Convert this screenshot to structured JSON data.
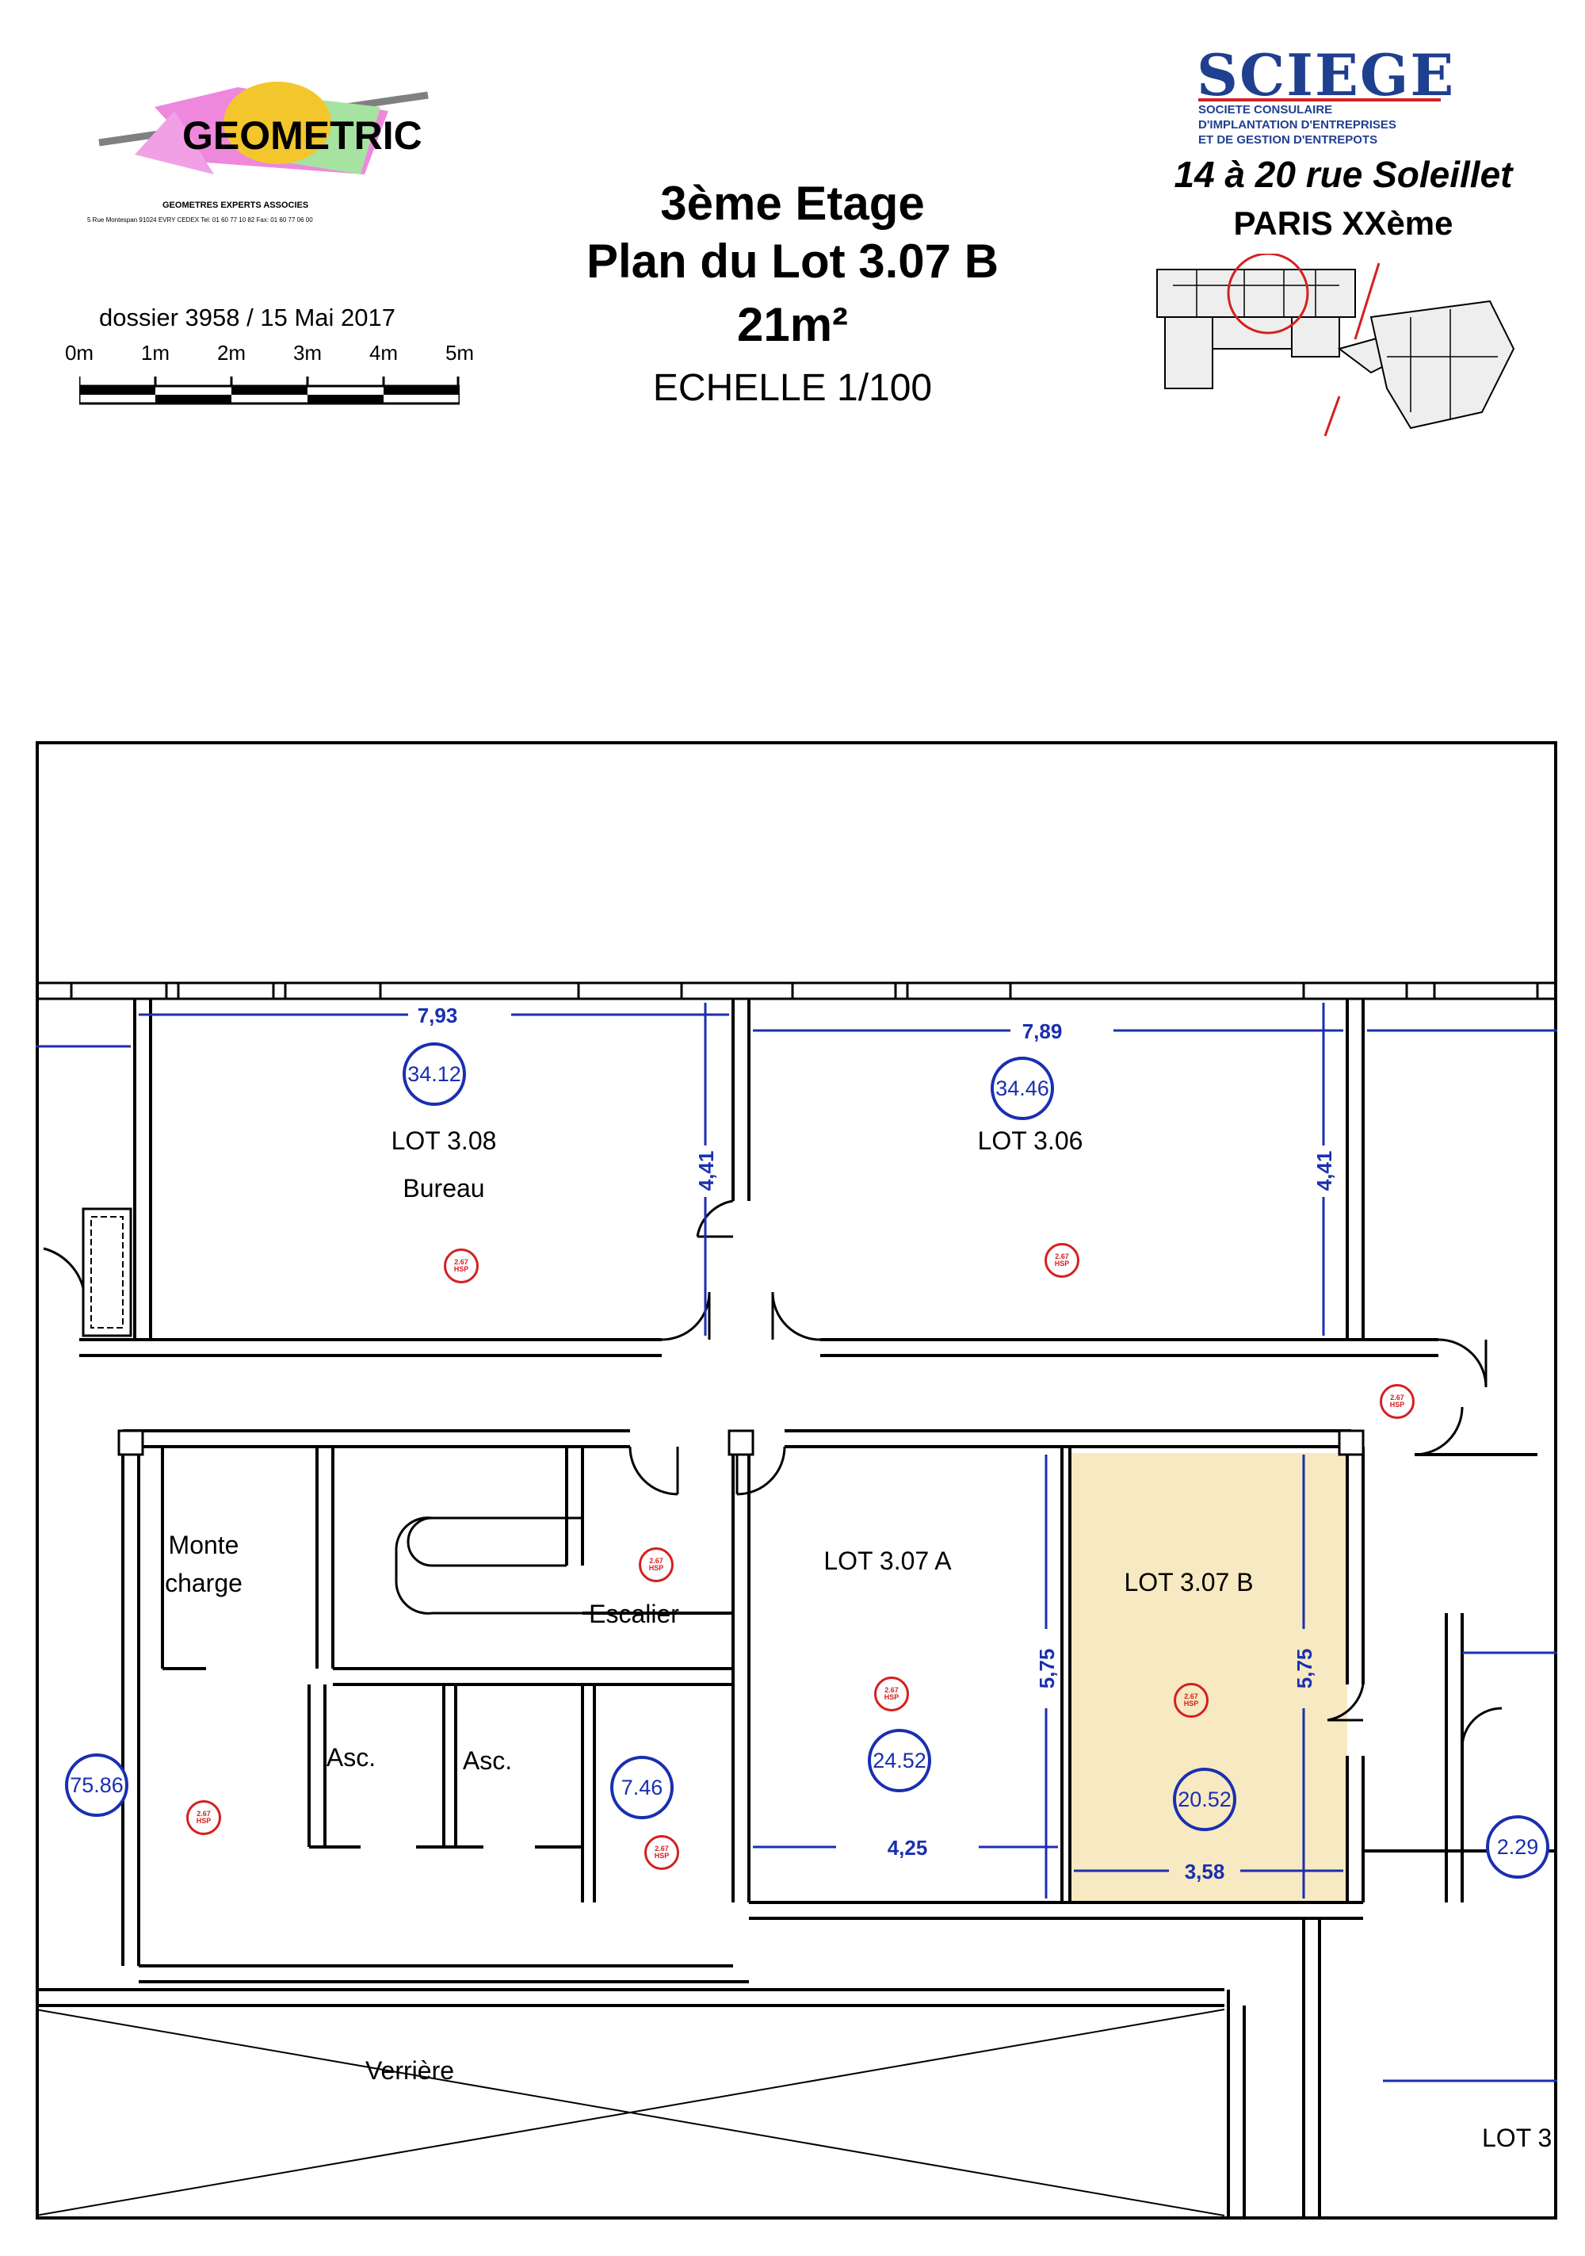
{
  "header": {
    "logo_name": "GEOMETRIC",
    "logo_subtitle": "GEOMETRES EXPERTS ASSOCIES",
    "logo_address": "5 Rue Montespan 91024 EVRY CEDEX  Tel: 01 60 77 10 82 Fax: 01 60 77 06 00",
    "dossier": "dossier 3958 / 15 Mai 2017",
    "scale_labels": [
      "0m",
      "1m",
      "2m",
      "3m",
      "4m",
      "5m"
    ],
    "title_floor": "3ème Etage",
    "title_plan": "Plan du Lot 3.07 B",
    "title_area": "21m²",
    "title_scale": "ECHELLE 1/100",
    "org_name": "SCIEGE",
    "org_line1": "SOCIETE CONSULAIRE",
    "org_line2": "D'IMPLANTATION D'ENTREPRISES",
    "org_line3": "ET DE GESTION D'ENTREPOTS",
    "address_street": "14 à 20  rue Soleillet",
    "address_city": "PARIS XXème"
  },
  "plan": {
    "rooms": {
      "lot_308": "LOT 3.08",
      "lot_308_use": "Bureau",
      "lot_306": "LOT 3.06",
      "lot_307a": "LOT 3.07 A",
      "lot_307b": "LOT 3.07 B",
      "monte_line1": "Monte",
      "monte_line2": "charge",
      "escalier": "Escalier",
      "asc1": "Asc.",
      "asc2": "Asc.",
      "verriere": "Verrière",
      "lot_partial": "LOT 3"
    },
    "dimensions": {
      "lot_308_width": "7,93",
      "lot_308_height": "4,41",
      "lot_306_width": "7,89",
      "lot_306_height": "4,41",
      "lot_307a_width": "4,25",
      "lot_307a_height": "5,75",
      "lot_307b_width": "3,58",
      "lot_307b_height": "5,75"
    },
    "areas": {
      "lot_308": "34.12",
      "lot_306": "34.46",
      "lot_307a": "24.52",
      "lot_307b": "20.52",
      "landing": "75.86",
      "escalier_area": "7.46",
      "right_small": "2.29"
    },
    "hsp_marker": "2.67\nHSP",
    "highlight_color": "#f7e9c1",
    "dimension_color": "#1a2fb0",
    "height_marker_color": "#d42020"
  }
}
